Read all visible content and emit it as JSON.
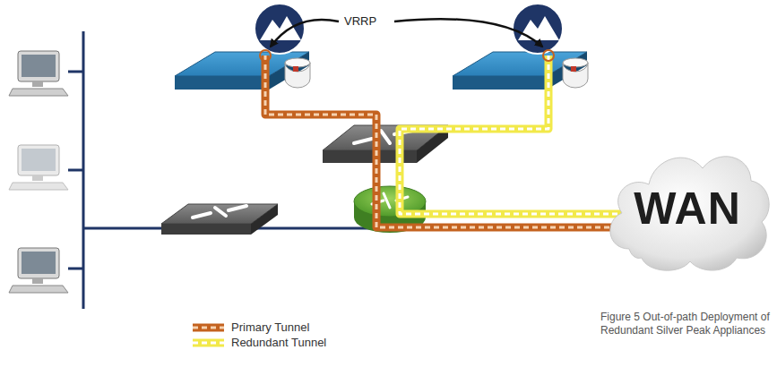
{
  "diagram": {
    "caption": "Figure 5 Out-of-path Deployment of Redundant Silver Peak Appliances",
    "nodes": [
      {
        "text": [
          "WAN"
        ]
      }
    ],
    "edges": [],
    "labels": [
      "VRRP"
    ],
    "legend": [
      {
        "text": "Primary Tunnel"
      },
      {
        "text": "Redundant Tunnel"
      }
    ]
  }
}
